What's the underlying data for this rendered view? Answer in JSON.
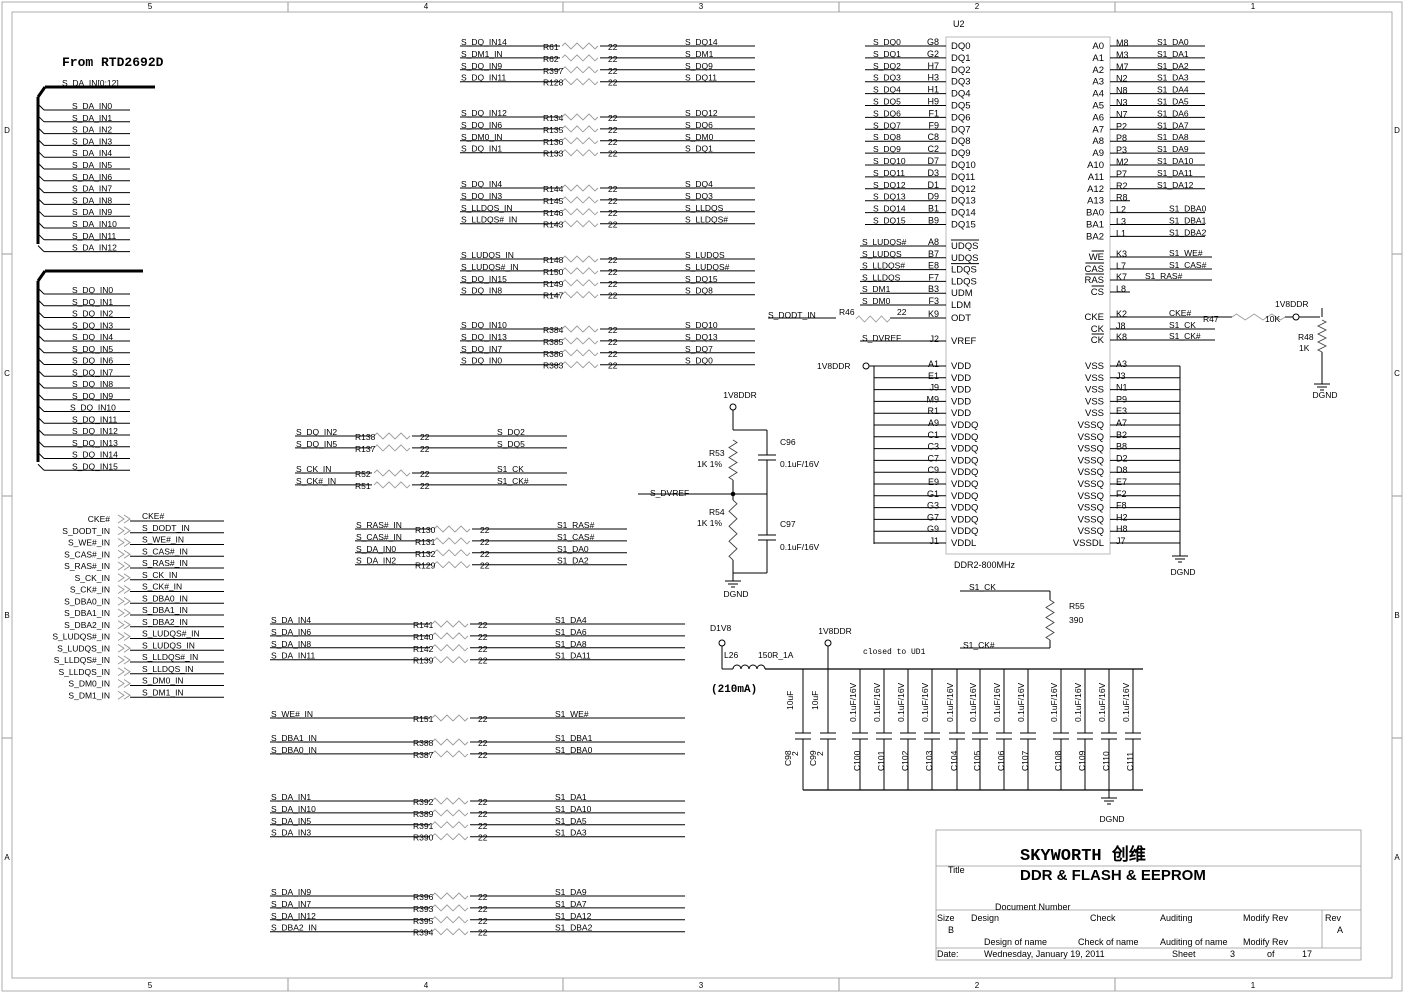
{
  "frame": {
    "columns": [
      "5",
      "4",
      "3",
      "2",
      "1"
    ],
    "rows": [
      "D",
      "C",
      "B",
      "A"
    ]
  },
  "from_label": "From RTD2692D",
  "bus_da": {
    "name": "S_DA_IN[0:12]",
    "nets": [
      "S_DA_IN0",
      "S_DA_IN1",
      "S_DA_IN2",
      "S_DA_IN3",
      "S_DA_IN4",
      "S_DA_IN5",
      "S_DA_IN6",
      "S_DA_IN7",
      "S_DA_IN8",
      "S_DA_IN9",
      "S_DA_IN10",
      "S_DA_IN11",
      "S_DA_IN12"
    ]
  },
  "bus_dq": {
    "nets": [
      "S_DQ_IN0",
      "S_DQ_IN1",
      "S_DQ_IN2",
      "S_DQ_IN3",
      "S_DQ_IN4",
      "S_DQ_IN5",
      "S_DQ_IN6",
      "S_DQ_IN7",
      "S_DQ_IN8",
      "S_DQ_IN9",
      "S_DQ_IN10",
      "S_DQ_IN11",
      "S_DQ_IN12",
      "S_DQ_IN13",
      "S_DQ_IN14",
      "S_DQ_IN15"
    ]
  },
  "ctrl_ports": [
    {
      "left": "CKE#",
      "right": "CKE#"
    },
    {
      "left": "S_DODT_IN",
      "right": "S_DODT_IN"
    },
    {
      "left": "S_WE#_IN",
      "right": "S_WE#_IN"
    },
    {
      "left": "S_CAS#_IN",
      "right": "S_CAS#_IN"
    },
    {
      "left": "S_RAS#_IN",
      "right": "S_RAS#_IN"
    },
    {
      "left": "S_CK_IN",
      "right": "S_CK_IN"
    },
    {
      "left": "S_CK#_IN",
      "right": "S_CK#_IN"
    },
    {
      "left": "S_DBA0_IN",
      "right": "S_DBA0_IN"
    },
    {
      "left": "S_DBA1_IN",
      "right": "S_DBA1_IN"
    },
    {
      "left": "S_DBA2_IN",
      "right": "S_DBA2_IN"
    },
    {
      "left": "S_LUDQS#_IN",
      "right": "S_LUDQS#_IN"
    },
    {
      "left": "S_LUDQS_IN",
      "right": "S_LUDQS_IN"
    },
    {
      "left": "S_LLDQS#_IN",
      "right": "S_LLDQS#_IN"
    },
    {
      "left": "S_LLDQS_IN",
      "right": "S_LLDQS_IN"
    },
    {
      "left": "S_DM0_IN",
      "right": "S_DM0_IN"
    },
    {
      "left": "S_DM1_IN",
      "right": "S_DM1_IN"
    }
  ],
  "res_groups": [
    {
      "rows": [
        {
          "in": "S_DQ_IN14",
          "ref": "R61",
          "val": "22",
          "out": "S_DQ14"
        },
        {
          "in": "S_DM1_IN",
          "ref": "R62",
          "val": "22",
          "out": "S_DM1"
        },
        {
          "in": "S_DQ_IN9",
          "ref": "R397",
          "val": "22",
          "out": "S_DQ9"
        },
        {
          "in": "S_DQ_IN11",
          "ref": "R128",
          "val": "22",
          "out": "S_DQ11"
        }
      ]
    },
    {
      "rows": [
        {
          "in": "S_DQ_IN12",
          "ref": "R134",
          "val": "22",
          "out": "S_DQ12"
        },
        {
          "in": "S_DQ_IN6",
          "ref": "R135",
          "val": "22",
          "out": "S_DQ6"
        },
        {
          "in": "S_DM0_IN",
          "ref": "R136",
          "val": "22",
          "out": "S_DM0"
        },
        {
          "in": "S_DQ_IN1",
          "ref": "R133",
          "val": "22",
          "out": "S_DQ1"
        }
      ]
    },
    {
      "rows": [
        {
          "in": "S_DQ_IN4",
          "ref": "R144",
          "val": "22",
          "out": "S_DQ4"
        },
        {
          "in": "S_DQ_IN3",
          "ref": "R145",
          "val": "22",
          "out": "S_DQ3"
        },
        {
          "in": "S_LLDQS_IN",
          "ref": "R146",
          "val": "22",
          "out": "S_LLDQS"
        },
        {
          "in": "S_LLDQS#_IN",
          "ref": "R143",
          "val": "22",
          "out": "S_LLDQS#"
        }
      ]
    },
    {
      "rows": [
        {
          "in": "S_LUDQS_IN",
          "ref": "R148",
          "val": "22",
          "out": "S_LUDQS"
        },
        {
          "in": "S_LUDQS#_IN",
          "ref": "R150",
          "val": "22",
          "out": "S_LUDQS#"
        },
        {
          "in": "S_DQ_IN15",
          "ref": "R149",
          "val": "22",
          "out": "S_DQ15"
        },
        {
          "in": "S_DQ_IN8",
          "ref": "R147",
          "val": "22",
          "out": "S_DQ8"
        }
      ]
    },
    {
      "rows": [
        {
          "in": "S_DQ_IN10",
          "ref": "R384",
          "val": "22",
          "out": "S_DQ10"
        },
        {
          "in": "S_DQ_IN13",
          "ref": "R385",
          "val": "22",
          "out": "S_DQ13"
        },
        {
          "in": "S_DQ_IN7",
          "ref": "R386",
          "val": "22",
          "out": "S_DQ7"
        },
        {
          "in": "S_DQ_IN0",
          "ref": "R383",
          "val": "22",
          "out": "S_DQ0"
        }
      ]
    },
    {
      "rows": [
        {
          "in": "S_DQ_IN2",
          "ref": "R138",
          "val": "22",
          "out": "S_DQ2"
        },
        {
          "in": "S_DQ_IN5",
          "ref": "R137",
          "val": "22",
          "out": "S_DQ5"
        }
      ]
    },
    {
      "rows": [
        {
          "in": "S_CK_IN",
          "ref": "R52",
          "val": "22",
          "out": "S1_CK"
        },
        {
          "in": "S_CK#_IN",
          "ref": "R51",
          "val": "22",
          "out": "S1_CK#"
        }
      ]
    },
    {
      "rows": [
        {
          "in": "S_RAS#_IN",
          "ref": "R130",
          "val": "22",
          "out": "S1_RAS#"
        },
        {
          "in": "S_CAS#_IN",
          "ref": "R131",
          "val": "22",
          "out": "S1_CAS#"
        },
        {
          "in": "S_DA_IN0",
          "ref": "R132",
          "val": "22",
          "out": "S1_DA0"
        },
        {
          "in": "S_DA_IN2",
          "ref": "R129",
          "val": "22",
          "out": "S1_DA2"
        }
      ]
    },
    {
      "rows": [
        {
          "in": "S_DA_IN4",
          "ref": "R141",
          "val": "22",
          "out": "S1_DA4"
        },
        {
          "in": "S_DA_IN6",
          "ref": "R140",
          "val": "22",
          "out": "S1_DA6"
        },
        {
          "in": "S_DA_IN8",
          "ref": "R142",
          "val": "22",
          "out": "S1_DA8"
        },
        {
          "in": "S_DA_IN11",
          "ref": "R139",
          "val": "22",
          "out": "S1_DA11"
        }
      ]
    },
    {
      "rows": [
        {
          "in": "S_WE#_IN",
          "ref": "R151",
          "val": "22",
          "out": "S1_WE#"
        }
      ]
    },
    {
      "rows": [
        {
          "in": "S_DBA1_IN",
          "ref": "R388",
          "val": "22",
          "out": "S1_DBA1"
        },
        {
          "in": "S_DBA0_IN",
          "ref": "R387",
          "val": "22",
          "out": "S1_DBA0"
        }
      ]
    },
    {
      "rows": [
        {
          "in": "S_DA_IN1",
          "ref": "R392",
          "val": "22",
          "out": "S1_DA1"
        },
        {
          "in": "S_DA_IN10",
          "ref": "R389",
          "val": "22",
          "out": "S1_DA10"
        },
        {
          "in": "S_DA_IN5",
          "ref": "R391",
          "val": "22",
          "out": "S1_DA5"
        },
        {
          "in": "S_DA_IN3",
          "ref": "R390",
          "val": "22",
          "out": "S1_DA3"
        }
      ]
    },
    {
      "rows": [
        {
          "in": "S_DA_IN9",
          "ref": "R396",
          "val": "22",
          "out": "S1_DA9"
        },
        {
          "in": "S_DA_IN7",
          "ref": "R393",
          "val": "22",
          "out": "S1_DA7"
        },
        {
          "in": "S_DA_IN12",
          "ref": "R395",
          "val": "22",
          "out": "S1_DA12"
        },
        {
          "in": "S_DBA2_IN",
          "ref": "R394",
          "val": "22",
          "out": "S1_DBA2"
        }
      ]
    }
  ],
  "u2": {
    "ref": "U2",
    "part": "DDR2-800MHz",
    "left_dq": [
      {
        "net": "S_DQ0",
        "pin": "G8",
        "name": "DQ0"
      },
      {
        "net": "S_DQ1",
        "pin": "G2",
        "name": "DQ1"
      },
      {
        "net": "S_DQ2",
        "pin": "H7",
        "name": "DQ2"
      },
      {
        "net": "S_DQ3",
        "pin": "H3",
        "name": "DQ3"
      },
      {
        "net": "S_DQ4",
        "pin": "H1",
        "name": "DQ4"
      },
      {
        "net": "S_DQ5",
        "pin": "H9",
        "name": "DQ5"
      },
      {
        "net": "S_DQ6",
        "pin": "F1",
        "name": "DQ6"
      },
      {
        "net": "S_DQ7",
        "pin": "F9",
        "name": "DQ7"
      },
      {
        "net": "S_DQ8",
        "pin": "C8",
        "name": "DQ8"
      },
      {
        "net": "S_DQ9",
        "pin": "C2",
        "name": "DQ9"
      },
      {
        "net": "S_DQ10",
        "pin": "D7",
        "name": "DQ10"
      },
      {
        "net": "S_DQ11",
        "pin": "D3",
        "name": "DQ11"
      },
      {
        "net": "S_DQ12",
        "pin": "D1",
        "name": "DQ12"
      },
      {
        "net": "S_DQ13",
        "pin": "D9",
        "name": "DQ13"
      },
      {
        "net": "S_DQ14",
        "pin": "B1",
        "name": "DQ14"
      },
      {
        "net": "S_DQ15",
        "pin": "B9",
        "name": "DQ15"
      }
    ],
    "left_strobe": [
      {
        "net": "S_LUDQS#",
        "pin": "A8",
        "name": "UDQS"
      },
      {
        "net": "S_LUDQS",
        "pin": "B7",
        "name": "UDQS"
      },
      {
        "net": "S_LLDQS#",
        "pin": "E8",
        "name": "LDQS"
      },
      {
        "net": "S_LLDQS",
        "pin": "F7",
        "name": "LDQS"
      },
      {
        "net": "S_DM1",
        "pin": "B3",
        "name": "UDM"
      },
      {
        "net": "S_DM0",
        "pin": "F3",
        "name": "LDM"
      }
    ],
    "odt": {
      "net": "S_DODT_IN",
      "ref": "R46",
      "val": "22",
      "pin": "K9",
      "name": "ODT"
    },
    "vref": {
      "net": "S_DVREF",
      "pin": "J2",
      "name": "VREF"
    },
    "left_power_net": "1V8DDR",
    "left_power": [
      {
        "pin": "A1",
        "name": "VDD"
      },
      {
        "pin": "E1",
        "name": "VDD"
      },
      {
        "pin": "J9",
        "name": "VDD"
      },
      {
        "pin": "M9",
        "name": "VDD"
      },
      {
        "pin": "R1",
        "name": "VDD"
      },
      {
        "pin": "A9",
        "name": "VDDQ"
      },
      {
        "pin": "C1",
        "name": "VDDQ"
      },
      {
        "pin": "C3",
        "name": "VDDQ"
      },
      {
        "pin": "C7",
        "name": "VDDQ"
      },
      {
        "pin": "C9",
        "name": "VDDQ"
      },
      {
        "pin": "E9",
        "name": "VDDQ"
      },
      {
        "pin": "G1",
        "name": "VDDQ"
      },
      {
        "pin": "G3",
        "name": "VDDQ"
      },
      {
        "pin": "G7",
        "name": "VDDQ"
      },
      {
        "pin": "G9",
        "name": "VDDQ"
      },
      {
        "pin": "J1",
        "name": "VDDL"
      }
    ],
    "right_addr": [
      {
        "name": "A0",
        "pin": "M8",
        "net": "S1_DA0"
      },
      {
        "name": "A1",
        "pin": "M3",
        "net": "S1_DA1"
      },
      {
        "name": "A2",
        "pin": "M7",
        "net": "S1_DA2"
      },
      {
        "name": "A3",
        "pin": "N2",
        "net": "S1_DA3"
      },
      {
        "name": "A4",
        "pin": "N8",
        "net": "S1_DA4"
      },
      {
        "name": "A5",
        "pin": "N3",
        "net": "S1_DA5"
      },
      {
        "name": "A6",
        "pin": "N7",
        "net": "S1_DA6"
      },
      {
        "name": "A7",
        "pin": "P2",
        "net": "S1_DA7"
      },
      {
        "name": "A8",
        "pin": "P8",
        "net": "S1_DA8"
      },
      {
        "name": "A9",
        "pin": "P3",
        "net": "S1_DA9"
      },
      {
        "name": "A10",
        "pin": "M2",
        "net": "S1_DA10"
      },
      {
        "name": "A11",
        "pin": "P7",
        "net": "S1_DA11"
      },
      {
        "name": "A12",
        "pin": "R2",
        "net": "S1_DA12"
      },
      {
        "name": "A13",
        "pin": "R8",
        "net": ""
      },
      {
        "name": "BA0",
        "pin": "L2",
        "net": "S1_DBA0"
      },
      {
        "name": "BA1",
        "pin": "L3",
        "net": "S1_DBA1"
      },
      {
        "name": "BA2",
        "pin": "L1",
        "net": "S1_DBA2"
      }
    ],
    "right_ctrl": [
      {
        "name": "WE",
        "pin": "K3",
        "net": "S1_WE#"
      },
      {
        "name": "CAS",
        "pin": "L7",
        "net": "S1_CAS#"
      },
      {
        "name": "RAS",
        "pin": "K7",
        "net": "S1_RAS#"
      },
      {
        "name": "CS",
        "pin": "L8",
        "net": ""
      },
      {
        "name": "CKE",
        "pin": "K2",
        "net": "CKE#"
      },
      {
        "name": "CK",
        "pin": "J8",
        "net": "S1_CK"
      },
      {
        "name": "CK",
        "pin": "K8",
        "net": "S1_CK#"
      }
    ],
    "right_power": [
      {
        "name": "VSS",
        "pin": "A3"
      },
      {
        "name": "VSS",
        "pin": "J3"
      },
      {
        "name": "VSS",
        "pin": "N1"
      },
      {
        "name": "VSS",
        "pin": "P9"
      },
      {
        "name": "VSS",
        "pin": "E3"
      },
      {
        "name": "VSSQ",
        "pin": "A7"
      },
      {
        "name": "VSSQ",
        "pin": "B2"
      },
      {
        "name": "VSSQ",
        "pin": "B8"
      },
      {
        "name": "VSSQ",
        "pin": "D2"
      },
      {
        "name": "VSSQ",
        "pin": "D8"
      },
      {
        "name": "VSSQ",
        "pin": "E7"
      },
      {
        "name": "VSSQ",
        "pin": "F2"
      },
      {
        "name": "VSSQ",
        "pin": "F8"
      },
      {
        "name": "VSSQ",
        "pin": "H2"
      },
      {
        "name": "VSSQ",
        "pin": "H8"
      },
      {
        "name": "VSSDL",
        "pin": "J7"
      }
    ],
    "right_gnd": "DGND"
  },
  "cke_circuit": {
    "r47_ref": "R47",
    "r47_val": "10K",
    "r48_ref": "R48",
    "r48_val": "1K",
    "supply": "1V8DDR",
    "gnd": "DGND"
  },
  "vref_divider": {
    "supply": "1V8DDR",
    "r53_ref": "R53",
    "r53_val": "1K 1%",
    "r54_ref": "R54",
    "r54_val": "1K 1%",
    "c96_ref": "C96",
    "c96_val": "0.1uF/16V",
    "c97_ref": "C97",
    "c97_val": "0.1uF/16V",
    "net": "S_DVREF",
    "gnd": "DGND"
  },
  "term": {
    "ck": "S1_CK",
    "ckn": "S1_CK#",
    "ref": "R55",
    "val": "390"
  },
  "decoupling": {
    "d1v8": "D1V8",
    "l26_ref": "L26",
    "l26_val": "150R_1A",
    "current": "(210mA)",
    "supply": "1V8DDR",
    "note": "closed to UD1",
    "gnd": "DGND",
    "caps": [
      {
        "val": "10uF",
        "ref": "C98",
        "pin": "2"
      },
      {
        "val": "10uF",
        "ref": "C99",
        "pin": "2"
      },
      {
        "val": "0.1uF/16V",
        "ref": "C100",
        "pin": ""
      },
      {
        "val": "0.1uF/16V",
        "ref": "C101",
        "pin": ""
      },
      {
        "val": "0.1uF/16V",
        "ref": "C102",
        "pin": ""
      },
      {
        "val": "0.1uF/16V",
        "ref": "C103",
        "pin": ""
      },
      {
        "val": "0.1uF/16V",
        "ref": "C104",
        "pin": ""
      },
      {
        "val": "0.1uF/16V",
        "ref": "C105",
        "pin": ""
      },
      {
        "val": "0.1uF/16V",
        "ref": "C106",
        "pin": ""
      },
      {
        "val": "0.1uF/16V",
        "ref": "C107",
        "pin": ""
      },
      {
        "val": "0.1uF/16V",
        "ref": "C108",
        "pin": ""
      },
      {
        "val": "0.1uF/16V",
        "ref": "C109",
        "pin": ""
      },
      {
        "val": "0.1uF/16V",
        "ref": "C110",
        "pin": ""
      },
      {
        "val": "0.1uF/16V",
        "ref": "C111",
        "pin": ""
      }
    ]
  },
  "title_block": {
    "company": "SKYWORTH 创维",
    "title_label": "Title",
    "title": "DDR & FLASH & EEPROM",
    "docnum_label": "Document Number",
    "size_label": "Size",
    "size": "B",
    "design_label": "Design",
    "design_name": "Design of name",
    "check_label": "Check",
    "check_name": "Check  of  name",
    "auditing_label": "Auditing",
    "auditing_name": "Auditing of name",
    "modify_label": "Modify Rev",
    "modify_name": "Modify Rev",
    "rev_label": "Rev",
    "rev": "A",
    "date_label": "Date:",
    "date": "Wednesday, January 19, 2011",
    "sheet_label": "Sheet",
    "sheet": "3",
    "of_label": "of",
    "of": "17"
  }
}
